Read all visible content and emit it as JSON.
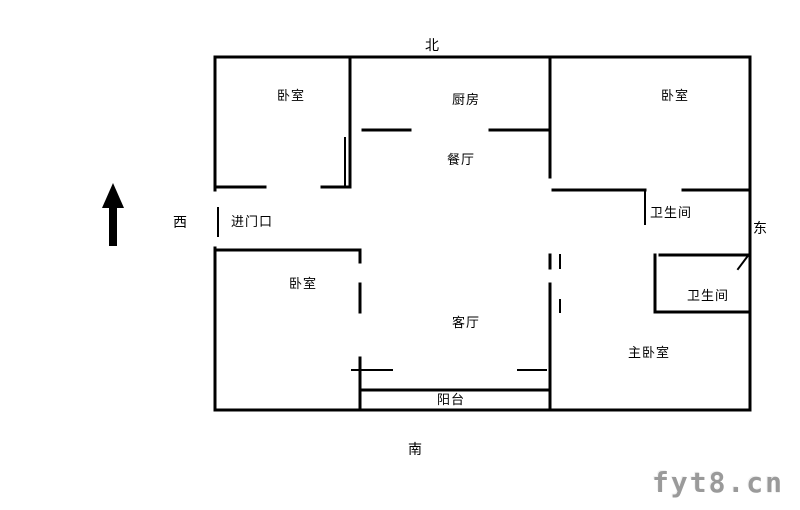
{
  "compass": {
    "north": "北",
    "south": "南",
    "west": "西",
    "east": "东"
  },
  "rooms": {
    "bedroom_top_left": "卧室",
    "kitchen": "厨房",
    "bedroom_top_right": "卧室",
    "dining": "餐厅",
    "entrance": "进门口",
    "bathroom_upper": "卫生间",
    "bedroom_mid_left": "卧室",
    "bathroom_lower": "卫生间",
    "living": "客厅",
    "master_bedroom": "主卧室",
    "balcony": "阳台"
  },
  "watermark": "fyt8.cn",
  "colors": {
    "wall": "#000000",
    "background": "#ffffff",
    "watermark": "#9a9a9a"
  },
  "floorplan": {
    "walls": [
      [
        215,
        57,
        750,
        57,
        3
      ],
      [
        750,
        57,
        750,
        410,
        3
      ],
      [
        215,
        410,
        750,
        410,
        3
      ],
      [
        215,
        57,
        215,
        190,
        3
      ],
      [
        215,
        248,
        215,
        410,
        3
      ],
      [
        218,
        208,
        218,
        236,
        2
      ],
      [
        350,
        57,
        350,
        187,
        3
      ],
      [
        215,
        187,
        265,
        187,
        3
      ],
      [
        322,
        187,
        350,
        187,
        3
      ],
      [
        345,
        138,
        345,
        186,
        2
      ],
      [
        363,
        130,
        410,
        130,
        3
      ],
      [
        490,
        130,
        548,
        130,
        3
      ],
      [
        550,
        57,
        550,
        177,
        3
      ],
      [
        553,
        190,
        645,
        190,
        3
      ],
      [
        683,
        190,
        750,
        190,
        3
      ],
      [
        645,
        190,
        645,
        224,
        2
      ],
      [
        660,
        255,
        750,
        255,
        3
      ],
      [
        655,
        255,
        655,
        312,
        3
      ],
      [
        655,
        312,
        750,
        312,
        3
      ],
      [
        750,
        253,
        738,
        269,
        2
      ],
      [
        550,
        255,
        550,
        268,
        3
      ],
      [
        550,
        284,
        550,
        410,
        3
      ],
      [
        560,
        255,
        560,
        268,
        2
      ],
      [
        560,
        300,
        560,
        312,
        2
      ],
      [
        352,
        370,
        392,
        370,
        2
      ],
      [
        518,
        370,
        546,
        370,
        2
      ],
      [
        362,
        390,
        548,
        390,
        3
      ],
      [
        360,
        250,
        360,
        262,
        3
      ],
      [
        360,
        284,
        360,
        312,
        3
      ],
      [
        360,
        358,
        360,
        410,
        3
      ],
      [
        215,
        250,
        360,
        250,
        3
      ]
    ]
  }
}
